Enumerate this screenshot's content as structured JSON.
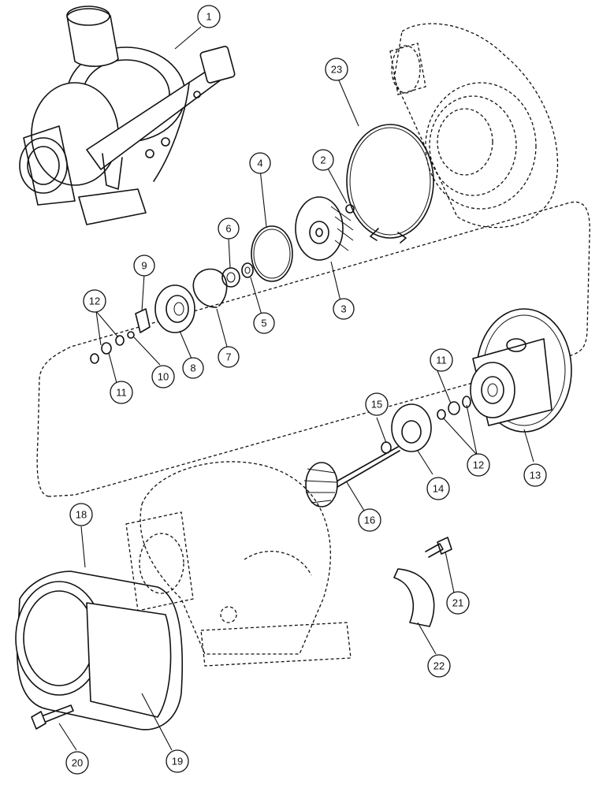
{
  "callouts": [
    {
      "id": "c1",
      "label": "1"
    },
    {
      "id": "c2",
      "label": "2"
    },
    {
      "id": "c3",
      "label": "3"
    },
    {
      "id": "c4",
      "label": "4"
    },
    {
      "id": "c5",
      "label": "5"
    },
    {
      "id": "c6",
      "label": "6"
    },
    {
      "id": "c7",
      "label": "7"
    },
    {
      "id": "c8",
      "label": "8"
    },
    {
      "id": "c9",
      "label": "9"
    },
    {
      "id": "c10",
      "label": "10"
    },
    {
      "id": "c11a",
      "label": "11"
    },
    {
      "id": "c11b",
      "label": "11"
    },
    {
      "id": "c12a",
      "label": "12"
    },
    {
      "id": "c12b",
      "label": "12"
    },
    {
      "id": "c13",
      "label": "13"
    },
    {
      "id": "c14",
      "label": "14"
    },
    {
      "id": "c15",
      "label": "15"
    },
    {
      "id": "c16",
      "label": "16"
    },
    {
      "id": "c18",
      "label": "18"
    },
    {
      "id": "c19",
      "label": "19"
    },
    {
      "id": "c20",
      "label": "20"
    },
    {
      "id": "c21",
      "label": "21"
    },
    {
      "id": "c22",
      "label": "22"
    },
    {
      "id": "c23",
      "label": "23"
    }
  ]
}
